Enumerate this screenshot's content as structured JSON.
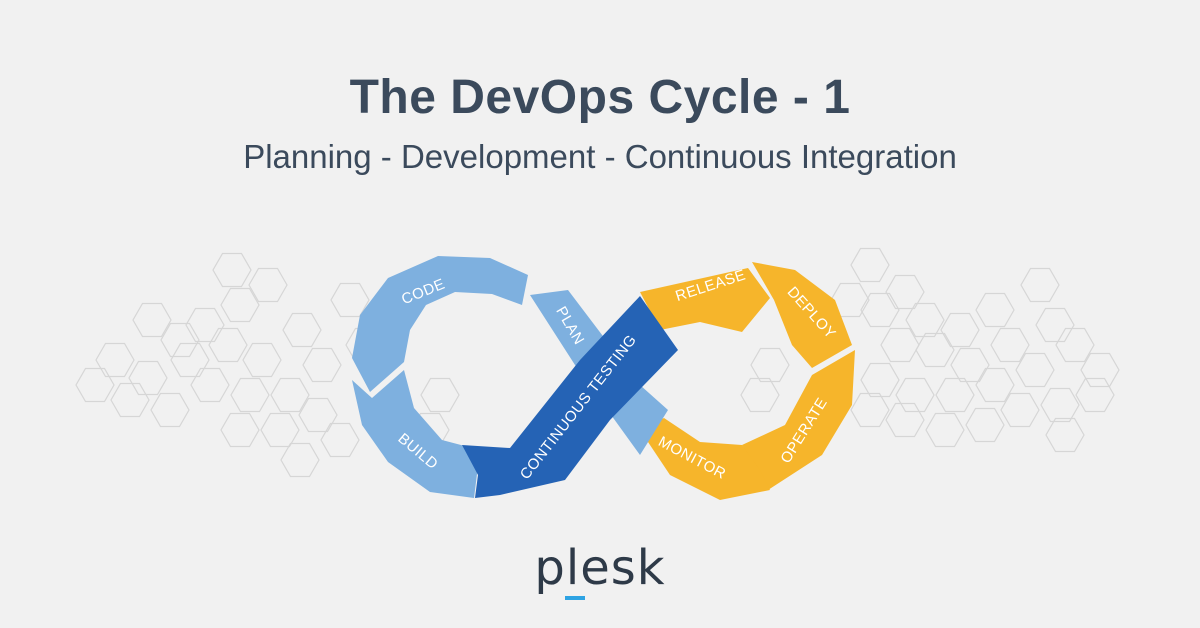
{
  "header": {
    "title": "The DevOps Cycle - 1",
    "subtitle": "Planning - Development - Continuous Integration"
  },
  "diagram": {
    "segments": {
      "code": "CODE",
      "build": "BUILD",
      "plan": "PLAN",
      "continuous_testing": "CONTINUOUS TESTING",
      "release": "RELEASE",
      "deploy": "DEPLOY",
      "operate": "OPERATE",
      "monitor": "MONITOR"
    },
    "colors": {
      "dev_light": "#7eb0df",
      "dev_dark": "#2563b5",
      "ops": "#f6b52b",
      "hex_stroke": "#d6d6d6"
    }
  },
  "logo": {
    "text": "plesk",
    "accent": "#2ea3e3"
  }
}
